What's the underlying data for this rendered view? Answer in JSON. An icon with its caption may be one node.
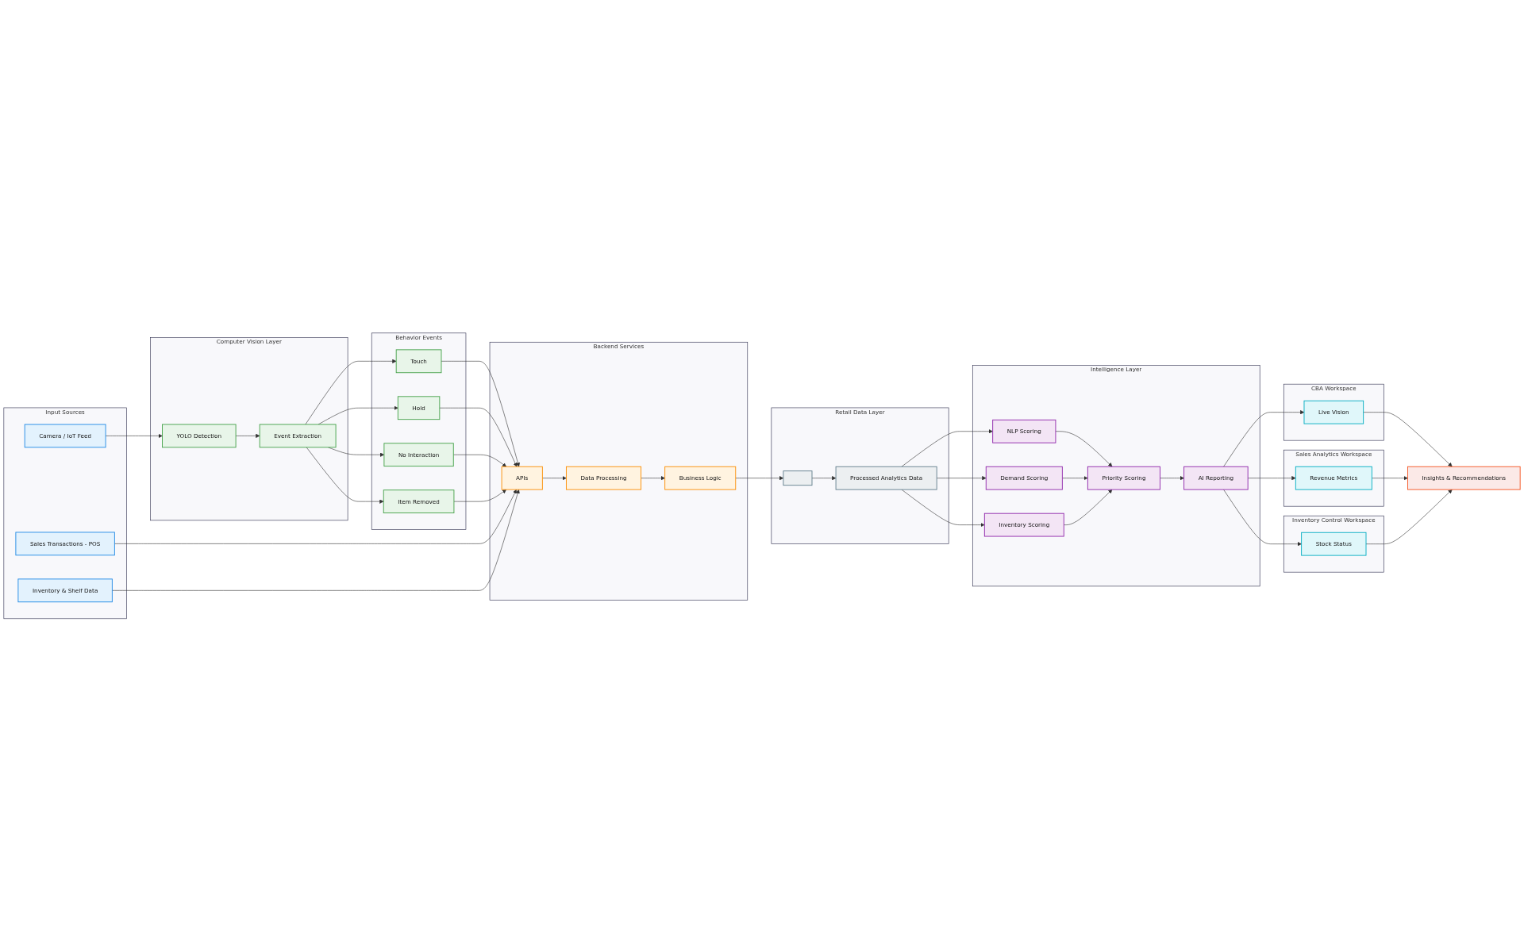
{
  "diagram": {
    "nodes": [
      {
        "text": [
          "Input Sources"
        ]
      },
      {
        "text": [
          "Camera / IoT Feed"
        ],
        "in": 0
      },
      {
        "text": [
          "Sales Transactions - POS"
        ],
        "in": 0
      },
      {
        "text": [
          "Inventory & Shelf Data"
        ],
        "in": 0
      },
      {
        "text": [
          "Computer Vision Layer"
        ]
      },
      {
        "text": [
          "YOLO Detection"
        ],
        "in": 4
      },
      {
        "text": [
          "Event Extraction"
        ],
        "in": 4
      },
      {
        "text": [
          "Behavior Events"
        ]
      },
      {
        "text": [
          "Touch"
        ],
        "in": 7
      },
      {
        "text": [
          "Hold"
        ],
        "in": 7
      },
      {
        "text": [
          "No Interaction"
        ],
        "in": 7
      },
      {
        "text": [
          "Item Removed"
        ],
        "in": 7
      },
      {
        "text": [
          "Backend Services"
        ]
      },
      {
        "text": [
          "APIs"
        ],
        "in": 12
      },
      {
        "text": [
          "Data Processing"
        ],
        "in": 12
      },
      {
        "text": [
          "Business Logic"
        ],
        "in": 12
      },
      {
        "text": [
          "Retail Data Layer"
        ]
      },
      {
        "text": [],
        "shape": "box",
        "in": 16
      },
      {
        "text": [
          "Processed Analytics Data"
        ],
        "in": 16
      },
      {
        "text": [
          "Intelligence Layer"
        ]
      },
      {
        "text": [
          "NLP Scoring"
        ],
        "in": 19
      },
      {
        "text": [
          "Demand Scoring"
        ],
        "in": 19
      },
      {
        "text": [
          "Inventory Scoring"
        ],
        "in": 19
      },
      {
        "text": [
          "Priority Scoring"
        ],
        "in": 19
      },
      {
        "text": [
          "AI Reporting"
        ],
        "in": 19
      },
      {
        "text": [
          "CBA Workspace"
        ]
      },
      {
        "text": [
          "Live Vision"
        ],
        "in": 25
      },
      {
        "text": [
          "Sales Analytics Workspace"
        ]
      },
      {
        "text": [
          "Revenue Metrics"
        ],
        "in": 27
      },
      {
        "text": [
          "Inventory Control Workspace"
        ]
      },
      {
        "text": [
          "Stock Status"
        ],
        "in": 29
      },
      {
        "text": [
          "Insights & Recommendations"
        ]
      }
    ],
    "edges": [
      {
        "from": 1,
        "to": 5,
        "arrow": "to"
      },
      {
        "from": 5,
        "to": 6,
        "arrow": "to"
      },
      {
        "from": 6,
        "to": 8,
        "arrow": "to"
      },
      {
        "from": 6,
        "to": 9,
        "arrow": "to"
      },
      {
        "from": 6,
        "to": 10,
        "arrow": "to"
      },
      {
        "from": 6,
        "to": 11,
        "arrow": "to"
      },
      {
        "from": 8,
        "to": 13,
        "arrow": "to"
      },
      {
        "from": 9,
        "to": 13,
        "arrow": "to"
      },
      {
        "from": 10,
        "to": 13,
        "arrow": "to"
      },
      {
        "from": 11,
        "to": 13,
        "arrow": "to"
      },
      {
        "from": 2,
        "to": 13,
        "arrow": "to"
      },
      {
        "from": 3,
        "to": 13,
        "arrow": "to"
      },
      {
        "from": 13,
        "to": 14,
        "arrow": "to"
      },
      {
        "from": 14,
        "to": 15,
        "arrow": "to"
      },
      {
        "from": 15,
        "to": 17,
        "arrow": "to"
      },
      {
        "from": 17,
        "to": 18,
        "arrow": "to"
      },
      {
        "from": 18,
        "to": 20,
        "arrow": "to"
      },
      {
        "from": 18,
        "to": 21,
        "arrow": "to"
      },
      {
        "from": 18,
        "to": 22,
        "arrow": "to"
      },
      {
        "from": 20,
        "to": 23,
        "arrow": "to"
      },
      {
        "from": 21,
        "to": 23,
        "arrow": "to"
      },
      {
        "from": 22,
        "to": 23,
        "arrow": "to"
      },
      {
        "from": 23,
        "to": 24,
        "arrow": "to"
      },
      {
        "from": 24,
        "to": 26,
        "arrow": "to"
      },
      {
        "from": 24,
        "to": 28,
        "arrow": "to"
      },
      {
        "from": 24,
        "to": 30,
        "arrow": "to"
      },
      {
        "from": 26,
        "to": 31,
        "arrow": "to"
      },
      {
        "from": 28,
        "to": 31,
        "arrow": "to"
      },
      {
        "from": 30,
        "to": 31,
        "arrow": "to"
      }
    ]
  }
}
